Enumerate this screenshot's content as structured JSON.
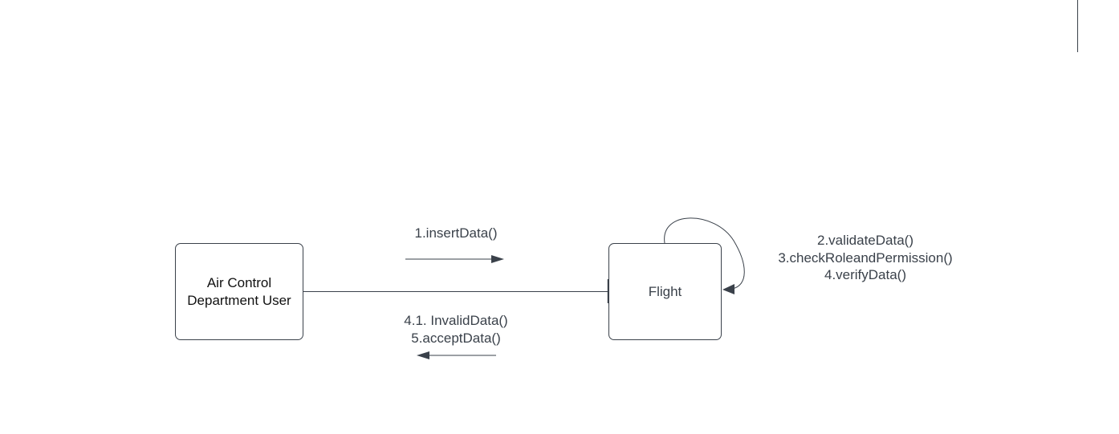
{
  "diagram": {
    "type": "communication-diagram",
    "nodes": {
      "user": {
        "label": "Air Control\nDepartment User"
      },
      "flight": {
        "label": "Flight"
      }
    },
    "messages": {
      "forward": {
        "label": "1.insertData()"
      },
      "self": {
        "label": "2.validateData()\n3.checkRoleandPermission()\n4.verifyData()"
      },
      "backward": {
        "label": "4.1. InvalidData()\n5.acceptData()"
      }
    },
    "colors": {
      "stroke": "#3a414a",
      "background": "#ffffff"
    }
  }
}
